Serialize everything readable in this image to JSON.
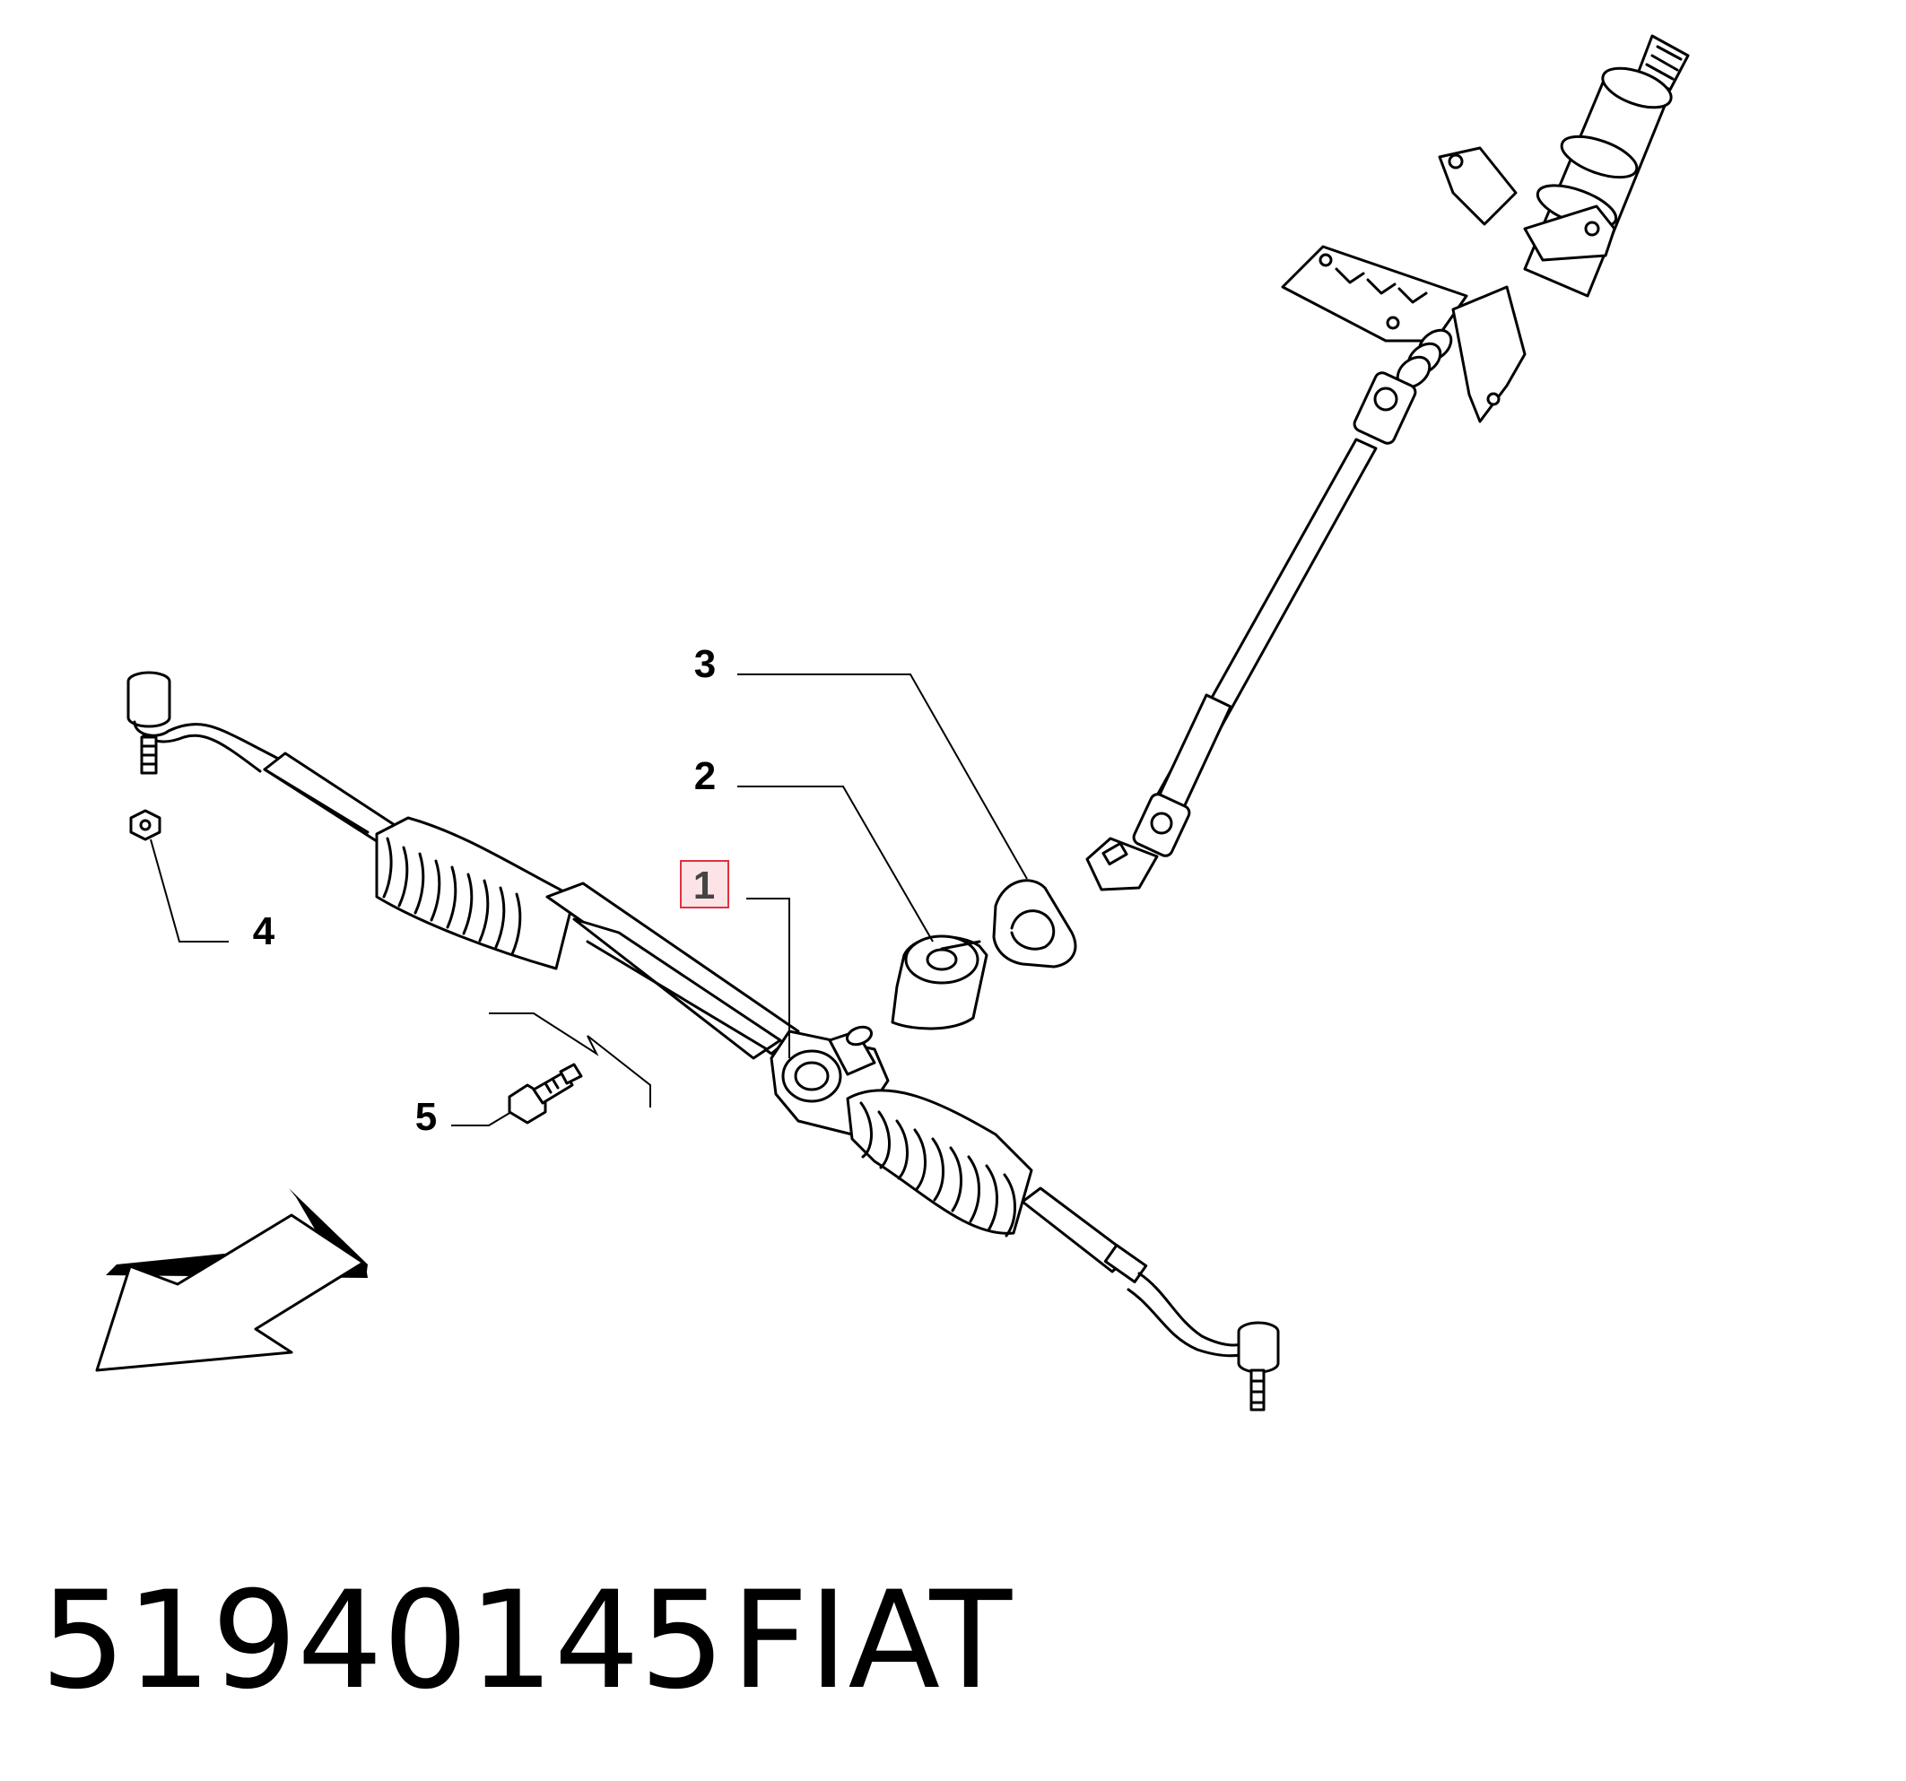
{
  "diagram": {
    "callouts": [
      {
        "id": "1",
        "label": "1",
        "highlighted": true
      },
      {
        "id": "2",
        "label": "2",
        "highlighted": false
      },
      {
        "id": "3",
        "label": "3",
        "highlighted": false
      },
      {
        "id": "4",
        "label": "4",
        "highlighted": false
      },
      {
        "id": "5",
        "label": "5",
        "highlighted": false
      }
    ],
    "highlight_color": "#e0303f",
    "highlight_fill": "#fbe3e6"
  },
  "footer": {
    "part_number": "51940145",
    "brand": "FIAT"
  }
}
